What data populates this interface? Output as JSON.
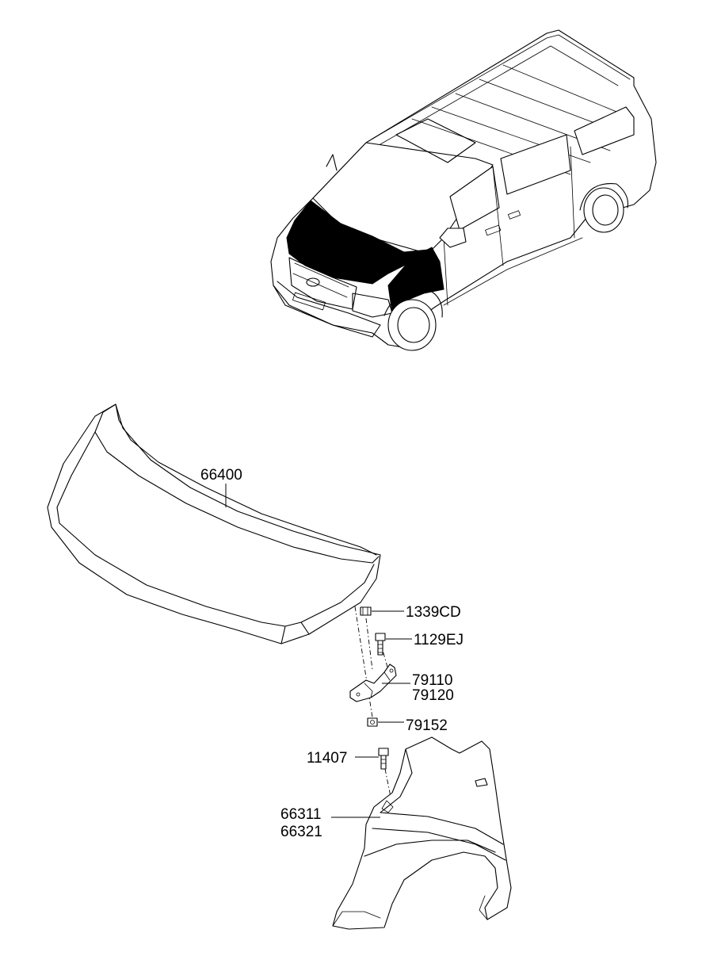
{
  "parts": {
    "hood": {
      "label": "66400"
    },
    "hood_bolt": {
      "label": "1339CD"
    },
    "hinge_bolt": {
      "label": "1129EJ"
    },
    "hinge_lh": {
      "label": "79110"
    },
    "hinge_rh": {
      "label": "79120"
    },
    "hinge_nut": {
      "label": "79152"
    },
    "fender_bolt": {
      "label": "11407"
    },
    "fender_lh": {
      "label": "66311"
    },
    "fender_rh": {
      "label": "66321"
    }
  }
}
